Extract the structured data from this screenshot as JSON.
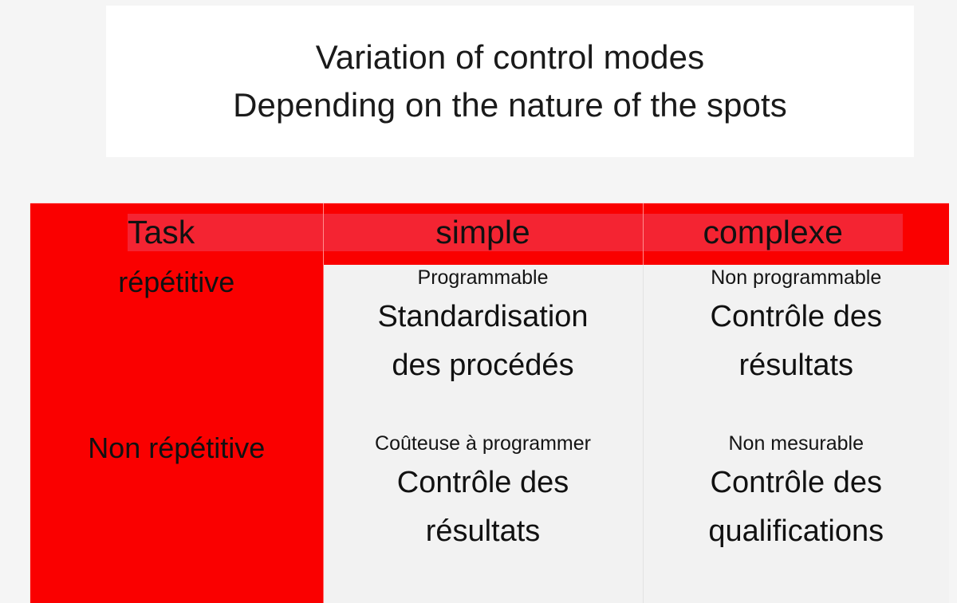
{
  "page": {
    "background_color": "#f5f5f5"
  },
  "title_card": {
    "background_color": "#ffffff",
    "line1": "Variation of control modes",
    "line2": "Depending on the nature of the spots"
  },
  "matrix": {
    "header_fill": "#fa0000",
    "header_band_fill": "#f42432",
    "category_fill": "#fa0000",
    "value_fill": "#f2f2f2",
    "columns": [
      {
        "label": "Task"
      },
      {
        "label": "simple"
      },
      {
        "label": "complexe"
      }
    ],
    "rows": [
      {
        "category": "répétitive",
        "cells": [
          {
            "caption": "Programmable",
            "main_line1": "Standardisation",
            "main_line2": "des procédés"
          },
          {
            "caption": "Non programmable",
            "main_line1": "Contrôle des",
            "main_line2": "résultats"
          }
        ]
      },
      {
        "category": "Non répétitive",
        "cells": [
          {
            "caption": "Coûteuse à programmer",
            "main_line1": "Contrôle des",
            "main_line2": "résultats"
          },
          {
            "caption": "Non mesurable",
            "main_line1": "Contrôle des",
            "main_line2": "qualifications"
          }
        ]
      }
    ]
  }
}
